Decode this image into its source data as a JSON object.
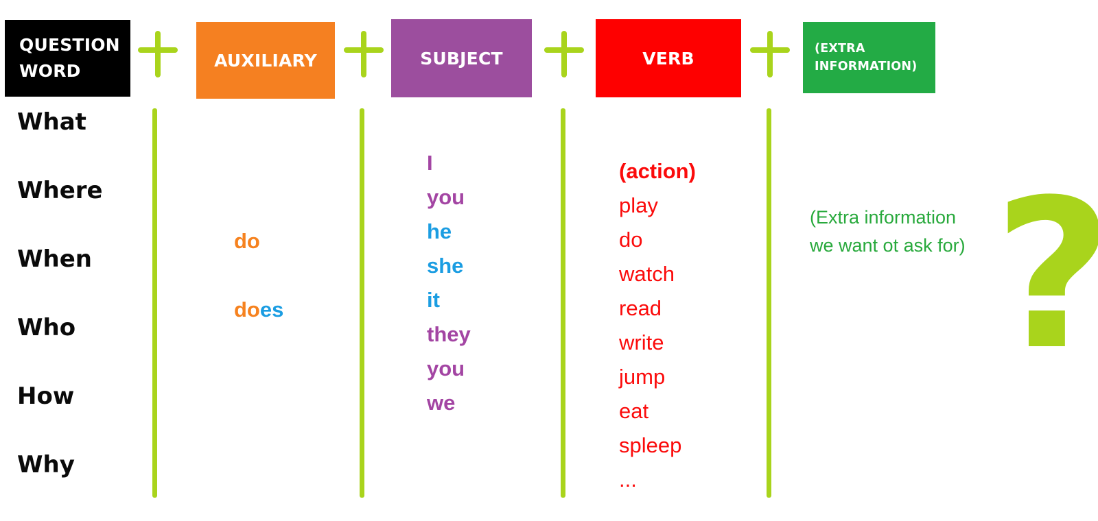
{
  "formula": {
    "question_word": {
      "line1": "QUESTION",
      "line2": "WORD"
    },
    "auxiliary": "AUXILIARY",
    "subject": "SUBJECT",
    "verb": "VERB",
    "extra": {
      "line1": "(EXTRA",
      "line2": "INFORMATION)"
    }
  },
  "question_words": [
    "What",
    "Where",
    "When",
    "Who",
    "How",
    "Why"
  ],
  "auxiliary_words": {
    "do": "do",
    "does": {
      "stem": "do",
      "suffix": "es"
    }
  },
  "subjects": [
    {
      "t": "I",
      "c": "purple"
    },
    {
      "t": "you",
      "c": "purple"
    },
    {
      "t": "he",
      "c": "blue"
    },
    {
      "t": "she",
      "c": "blue"
    },
    {
      "t": "it",
      "c": "blue"
    },
    {
      "t": "they",
      "c": "purple"
    },
    {
      "t": "you",
      "c": "purple"
    },
    {
      "t": "we",
      "c": "purple"
    }
  ],
  "verbs": {
    "header": "(action)",
    "items": [
      "play",
      "do",
      "watch",
      "read",
      "write",
      "jump",
      "eat",
      "spleep",
      "..."
    ]
  },
  "extra_note": {
    "line1": "(Extra information",
    "line2": "we want ot ask for)"
  },
  "question_mark": "?",
  "colors": {
    "lime": "#A9D41C",
    "box_black": "#000000",
    "box_orange": "#F58021",
    "box_purple": "#9C4E9E",
    "box_red": "#FE0000",
    "box_green": "#23AB45",
    "text_orange": "#F6821F",
    "text_blue": "#1B9DE2",
    "text_purple": "#A345A3",
    "text_red": "#FB0B0B",
    "text_green": "#28A93C",
    "text_black": "#0A0A0A"
  }
}
